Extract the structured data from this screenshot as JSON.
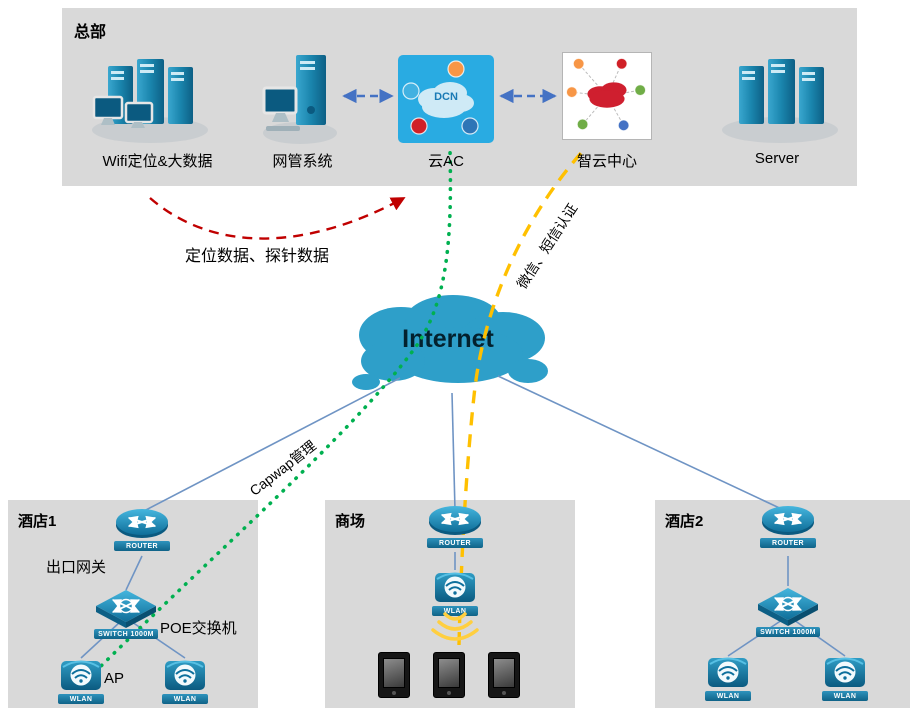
{
  "hq": {
    "title": "总部",
    "wifi_bigdata_label": "Wifi定位&大数据",
    "nms_label": "网管系统",
    "cloud_ac_label": "云AC",
    "cloud_ac_inner": "DCN",
    "smart_cloud_label": "智云中心",
    "server_label": "Server"
  },
  "internet_label": "Internet",
  "flow_labels": {
    "positioning": "定位数据、探针数据",
    "capwap": "Capwap管理",
    "auth": "微信、短信认证"
  },
  "device_captions": {
    "router": "ROUTER",
    "switch": "SWITCH 1000M",
    "wlan": "WLAN"
  },
  "sites": {
    "hotel1": {
      "title": "酒店1",
      "gateway_label": "出口网关",
      "poe_label": "POE交换机",
      "ap_label": "AP"
    },
    "mall": {
      "title": "商场"
    },
    "hotel2": {
      "title": "酒店2"
    }
  },
  "colors": {
    "zone_bg": "#d9d9d9",
    "internet_cloud": "#2e9fc9",
    "capwap_green": "#00b050",
    "auth_yellow": "#ffc000",
    "positioning_red": "#c00000",
    "mgmt_arrow_blue": "#4472c4",
    "cloud_ac_bg": "#29abe2"
  }
}
